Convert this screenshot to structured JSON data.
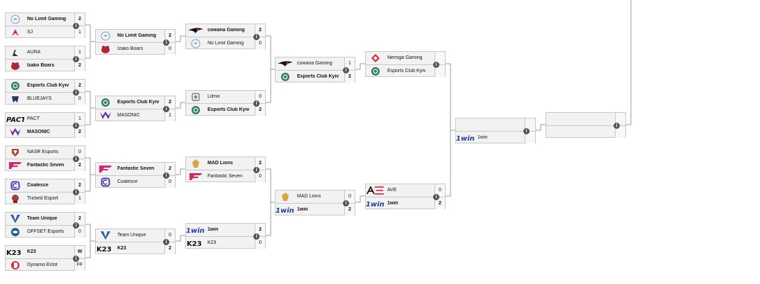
{
  "round1": [
    {
      "top": {
        "name": "No Limit Gaming",
        "score": "2",
        "logo": "nlg-logo",
        "winner": true
      },
      "bottom": {
        "name": "SJ",
        "score": "1",
        "logo": "sj-logo",
        "winner": false
      }
    },
    {
      "top": {
        "name": "AURA",
        "score": "1",
        "logo": "aura-logo",
        "winner": false
      },
      "bottom": {
        "name": "Izako Boars",
        "score": "2",
        "logo": "izako-logo",
        "winner": true
      }
    },
    {
      "top": {
        "name": "Esports Club Kyiv",
        "score": "2",
        "logo": "eck-logo",
        "winner": true
      },
      "bottom": {
        "name": "BLUEJAYS",
        "score": "0",
        "logo": "bluejays-logo",
        "winner": false
      }
    },
    {
      "top": {
        "name": "PACT",
        "score": "1",
        "logo": "pact-logo",
        "winner": false
      },
      "bottom": {
        "name": "MASONIC",
        "score": "2",
        "logo": "masonic-logo",
        "winner": true
      }
    },
    {
      "top": {
        "name": "NASR Esports",
        "score": "0",
        "logo": "nasr-logo",
        "winner": false
      },
      "bottom": {
        "name": "Fantastic Seven",
        "score": "2",
        "logo": "f7-logo",
        "winner": true
      }
    },
    {
      "top": {
        "name": "Coalesce",
        "score": "2",
        "logo": "coalesce-logo",
        "winner": true
      },
      "bottom": {
        "name": "Tricked Esport",
        "score": "1",
        "logo": "tricked-logo",
        "winner": false
      }
    },
    {
      "top": {
        "name": "Team Unique",
        "score": "2",
        "logo": "unique-logo",
        "winner": true
      },
      "bottom": {
        "name": "OFFSET Esports",
        "score": "0",
        "logo": "offset-logo",
        "winner": false
      }
    },
    {
      "top": {
        "name": "K23",
        "score": "W",
        "logo": "k23-logo",
        "winner": true
      },
      "bottom": {
        "name": "Dynamo Eclot",
        "score": "FF",
        "logo": "dynamo-logo",
        "winner": false
      }
    }
  ],
  "round2": [
    {
      "top": {
        "name": "No Limit Gaming",
        "score": "2",
        "logo": "nlg-logo",
        "winner": true
      },
      "bottom": {
        "name": "Izako Boars",
        "score": "0",
        "logo": "izako-logo",
        "winner": false
      }
    },
    {
      "top": {
        "name": "Esports Club Kyiv",
        "score": "2",
        "logo": "eck-logo",
        "winner": true
      },
      "bottom": {
        "name": "MASONIC",
        "score": "1",
        "logo": "masonic-logo",
        "winner": false
      }
    },
    {
      "top": {
        "name": "Fantastic Seven",
        "score": "2",
        "logo": "f7-logo",
        "winner": true
      },
      "bottom": {
        "name": "Coalesce",
        "score": "0",
        "logo": "coalesce-logo",
        "winner": false
      }
    },
    {
      "top": {
        "name": "Team Unique",
        "score": "0",
        "logo": "unique-logo",
        "winner": false
      },
      "bottom": {
        "name": "K23",
        "score": "2",
        "logo": "k23-logo",
        "winner": true
      }
    }
  ],
  "round3": [
    {
      "top": {
        "name": "cowana Gaming",
        "score": "2",
        "logo": "cowana-logo",
        "winner": true
      },
      "bottom": {
        "name": "No Limit Gaming",
        "score": "0",
        "logo": "nlg-logo",
        "winner": false
      }
    },
    {
      "top": {
        "name": "Lilmix",
        "score": "0",
        "logo": "lilmix-logo",
        "winner": false
      },
      "bottom": {
        "name": "Esports Club Kyiv",
        "score": "2",
        "logo": "eck-logo",
        "winner": true
      }
    },
    {
      "top": {
        "name": "MAD Lions",
        "score": "2",
        "logo": "mad-logo",
        "winner": true
      },
      "bottom": {
        "name": "Fantastic Seven",
        "score": "0",
        "logo": "f7-logo",
        "winner": false
      }
    },
    {
      "top": {
        "name": "1win",
        "score": "2",
        "logo": "1win-logo",
        "winner": true
      },
      "bottom": {
        "name": "K23",
        "score": "0",
        "logo": "k23-logo",
        "winner": false
      }
    }
  ],
  "round4": [
    {
      "top": {
        "name": "cowana Gaming",
        "score": "1",
        "logo": "cowana-logo",
        "winner": false
      },
      "bottom": {
        "name": "Esports Club Kyiv",
        "score": "2",
        "logo": "eck-logo",
        "winner": true
      }
    },
    {
      "top": {
        "name": "MAD Lions",
        "score": "0",
        "logo": "mad-logo",
        "winner": false
      },
      "bottom": {
        "name": "1win",
        "score": "2",
        "logo": "1win-logo",
        "winner": true
      }
    }
  ],
  "round5": [
    {
      "top": {
        "name": "Nemiga Gaming",
        "score": "",
        "logo": "nemiga-logo",
        "winner": false
      },
      "bottom": {
        "name": "Esports Club Kyiv",
        "score": "",
        "logo": "eck-logo",
        "winner": false
      }
    },
    {
      "top": {
        "name": "AVE",
        "score": "0",
        "logo": "ave-logo",
        "winner": false
      },
      "bottom": {
        "name": "1win",
        "score": "2",
        "logo": "1win-logo",
        "winner": true
      }
    }
  ],
  "round6": [
    {
      "top": {
        "name": "",
        "score": "",
        "logo": "",
        "winner": false
      },
      "bottom": {
        "name": "1win",
        "score": "",
        "logo": "1win-logo",
        "winner": false
      }
    }
  ],
  "round7": [
    {
      "top": {
        "name": "",
        "score": "",
        "logo": "",
        "winner": false
      },
      "bottom": {
        "name": "",
        "score": "",
        "logo": "",
        "winner": false
      }
    }
  ],
  "colors": {
    "border": "#c8c8c8",
    "slot_bg": "#f2f2f2",
    "line": "#9a9a9a",
    "info_icon": "#555555"
  }
}
